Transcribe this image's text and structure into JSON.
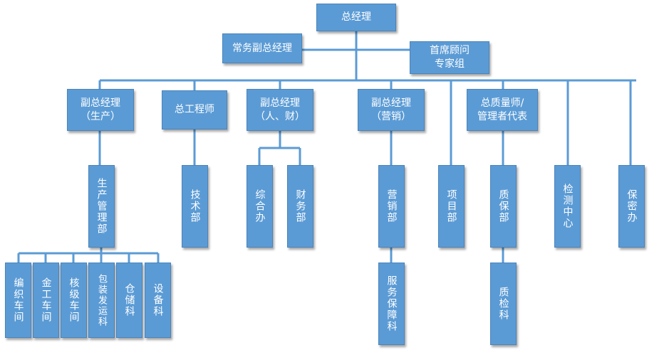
{
  "colors": {
    "box": "#5b9bd5",
    "connector": "#5b9bd5",
    "text": "#ffffff"
  },
  "nodes": {
    "general_manager": "总经理",
    "executive_vp": "常务副总经理",
    "chief_advisor": [
      "首席顾问",
      "专家组"
    ],
    "vp_production": [
      "副总经理",
      "（生产）"
    ],
    "chief_engineer": "总工程师",
    "vp_hr_finance": [
      "副总经理",
      "（人、财）"
    ],
    "vp_marketing": [
      "副总经理",
      "（营销）"
    ],
    "quality_head": [
      "总质量师/",
      "管理者代表"
    ],
    "production_mgmt": "生产管理部",
    "tech_dept": "技术部",
    "general_office": "综合办",
    "finance_dept": "财务部",
    "marketing_dept": "营销部",
    "service_section": "服务保障科",
    "project_dept": "项目部",
    "quality_dept": "质保部",
    "inspection_section": "质检科",
    "testing_center": "检测中心",
    "security_office": "保密办",
    "workshop_editing": "编织车间",
    "workshop_metal": "金工车间",
    "workshop_nuclear": "核级车间",
    "workshop_packing": "包装发运科",
    "warehouse": "仓储科",
    "equipment": "设备科"
  }
}
